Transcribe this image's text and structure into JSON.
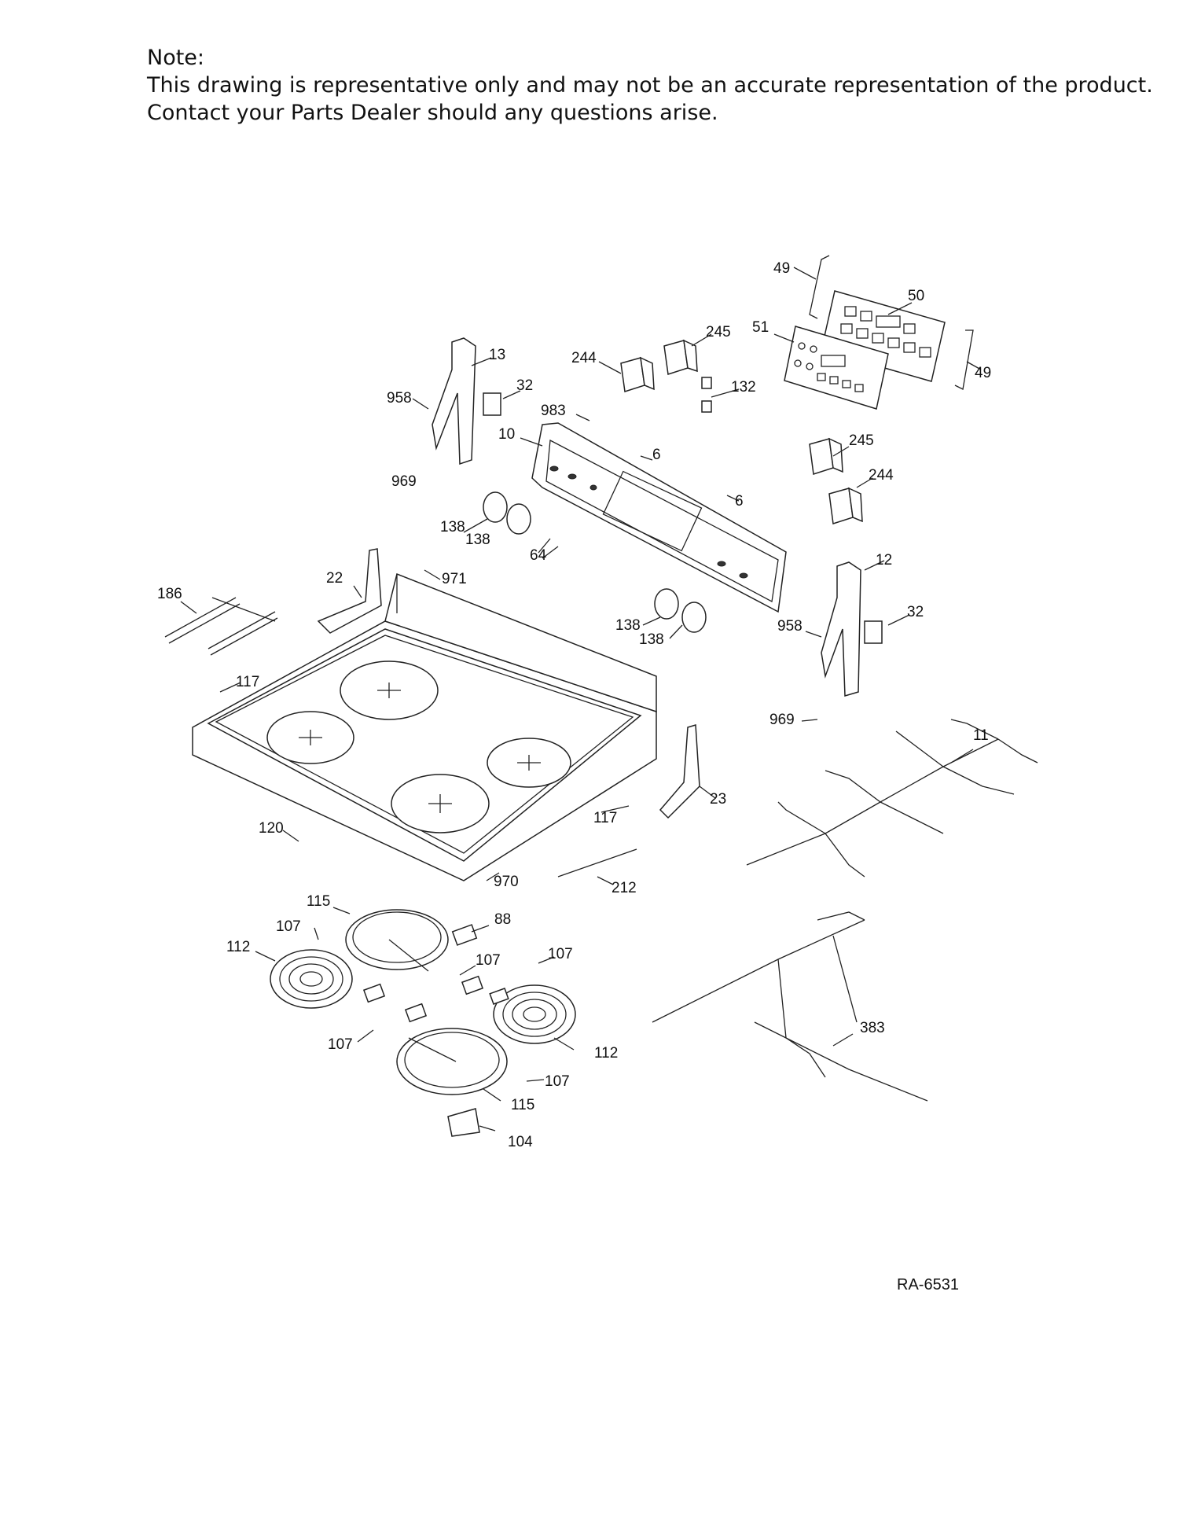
{
  "note": {
    "heading": "Note:",
    "line1": "This drawing is representative only and may not be an accurate representation of the product.",
    "line2": "Contact your Parts Dealer should any questions arise."
  },
  "reference": "RA-6531",
  "callouts": {
    "c49a": "49",
    "c50": "50",
    "c51": "51",
    "c49b": "49",
    "c245a": "245",
    "c244a": "244",
    "c132": "132",
    "c13": "13",
    "c32a": "32",
    "c958a": "958",
    "c983": "983",
    "c10": "10",
    "c6a": "6",
    "c6b": "6",
    "c969a": "969",
    "c245b": "245",
    "c244b": "244",
    "c138a": "138",
    "c138b": "138",
    "c64": "64",
    "c22": "22",
    "c971": "971",
    "c186": "186",
    "c12": "12",
    "c32b": "32",
    "c958b": "958",
    "c138c": "138",
    "c138d": "138",
    "c969b": "969",
    "c117a": "117",
    "c11": "11",
    "c23": "23",
    "c117b": "117",
    "c120": "120",
    "c970": "970",
    "c212": "212",
    "c115a": "115",
    "c88": "88",
    "c107a": "107",
    "c112a": "112",
    "c107b": "107",
    "c107c": "107",
    "c383": "383",
    "c107d": "107",
    "c112b": "112",
    "c107e": "107",
    "c115b": "115",
    "c104": "104"
  }
}
